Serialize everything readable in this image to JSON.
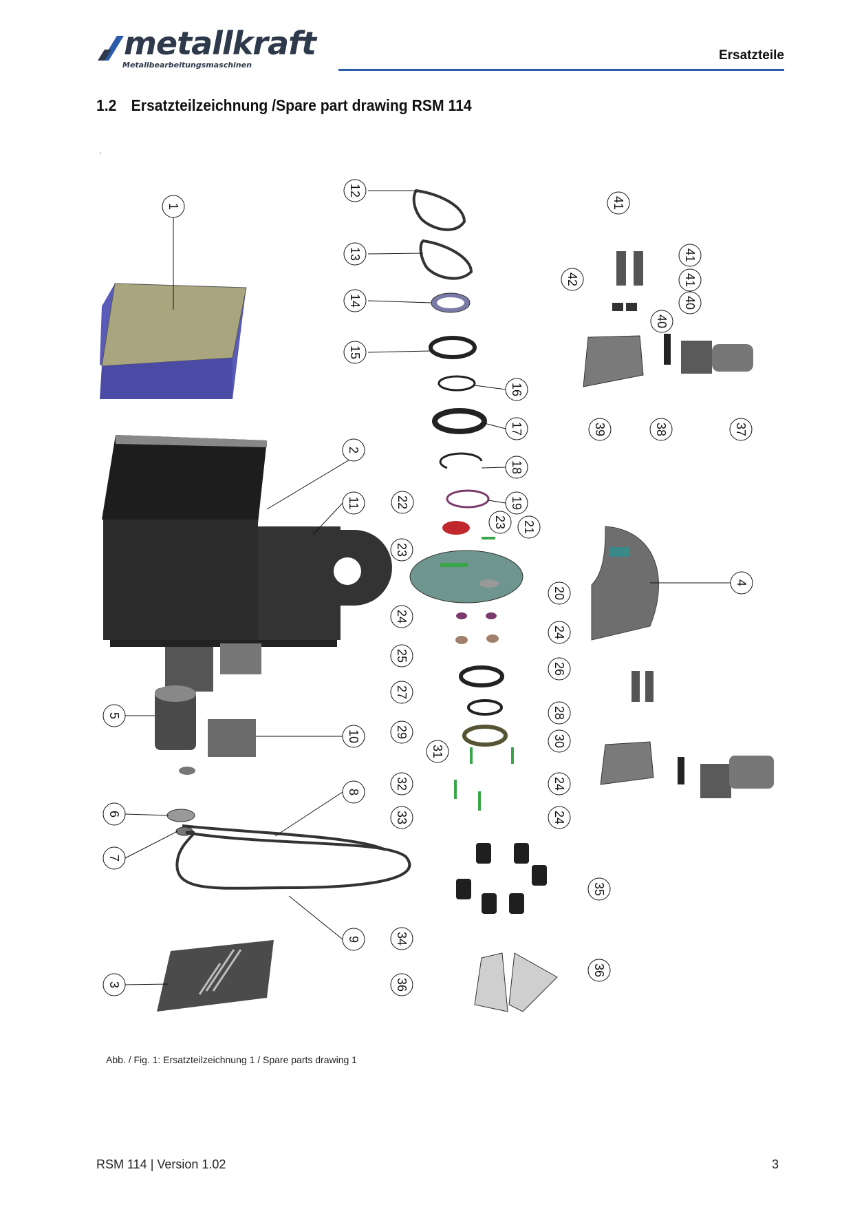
{
  "header": {
    "logo_text": "metallkraft",
    "logo_subtext": "Metallbearbeitungsmaschinen",
    "section_label": "Ersatzteile"
  },
  "title": {
    "number": "1.2",
    "text": "Ersatzteilzeichnung /Spare part drawing RSM 114"
  },
  "stray_mark": ".",
  "callouts": [
    "1",
    "2",
    "3",
    "4",
    "5",
    "6",
    "7",
    "8",
    "9",
    "10",
    "11",
    "12",
    "13",
    "14",
    "15",
    "16",
    "17",
    "18",
    "19",
    "20",
    "21",
    "22",
    "23",
    "23",
    "24",
    "24",
    "24",
    "24",
    "25",
    "26",
    "27",
    "28",
    "29",
    "30",
    "31",
    "32",
    "33",
    "34",
    "35",
    "36",
    "36",
    "37",
    "38",
    "39",
    "40",
    "40",
    "41",
    "41",
    "41",
    "42"
  ],
  "caption": "Abb. / Fig. 1: Ersatzteilzeichnung 1 / Spare parts drawing 1",
  "footer": {
    "doc": "RSM 114 | Version 1.02",
    "page": "3"
  },
  "colors": {
    "rule_blue": "#2a5caa",
    "cover_top": "#a9a57e",
    "cover_side": "#5a5ab8",
    "machine_body": "#2a2a2a",
    "turntable": "#6e958e",
    "red_part": "#c0282e",
    "green_part": "#3aa64a"
  }
}
